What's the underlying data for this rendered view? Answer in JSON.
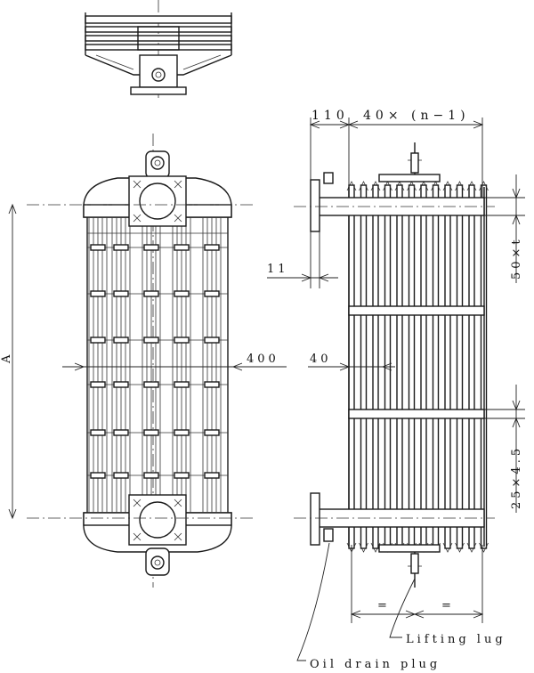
{
  "labels": {
    "dim_110": "110",
    "dim_40n": "40× (n−1)",
    "dim_11": "11",
    "dim_400": "400",
    "dim_40": "40",
    "dim_A": "A",
    "dim_50t": "50×t",
    "dim_25x45": "25×4.5",
    "equal_left": "=",
    "equal_right": "=",
    "lifting_lug": "Lifting lug",
    "oil_drain_plug": "Oil drain plug"
  }
}
